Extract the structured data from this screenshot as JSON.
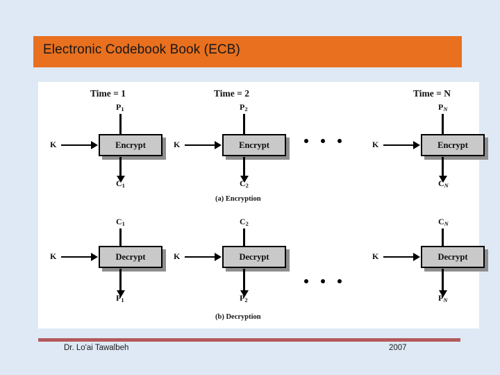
{
  "slide": {
    "title": "Electronic Codebook Book (ECB)",
    "accent_color": "#e8701e",
    "background_color": "#dee9f5",
    "panel_color": "#ffffff",
    "rule_color": "#b4595c"
  },
  "diagram": {
    "key_label": "K",
    "ellipsis": "• • •",
    "encryption": {
      "caption": "(a) Encryption",
      "op_label": "Encrypt",
      "columns": [
        {
          "time": "Time = 1",
          "input": "P",
          "input_sub": "1",
          "output": "C",
          "output_sub": "1",
          "sub_italic": false
        },
        {
          "time": "Time = 2",
          "input": "P",
          "input_sub": "2",
          "output": "C",
          "output_sub": "2",
          "sub_italic": false
        },
        {
          "time": "Time = N",
          "input": "P",
          "input_sub": "N",
          "output": "C",
          "output_sub": "N",
          "sub_italic": true
        }
      ]
    },
    "decryption": {
      "caption": "(b) Decryption",
      "op_label": "Decrypt",
      "columns": [
        {
          "input": "C",
          "input_sub": "1",
          "output": "P",
          "output_sub": "1",
          "sub_italic": false
        },
        {
          "input": "C",
          "input_sub": "2",
          "output": "P",
          "output_sub": "2",
          "sub_italic": false
        },
        {
          "input": "C",
          "input_sub": "N",
          "output": "P",
          "output_sub": "N",
          "sub_italic": true
        }
      ]
    }
  },
  "footer": {
    "author": "Dr. Lo'ai Tawalbeh",
    "year": "2007"
  }
}
